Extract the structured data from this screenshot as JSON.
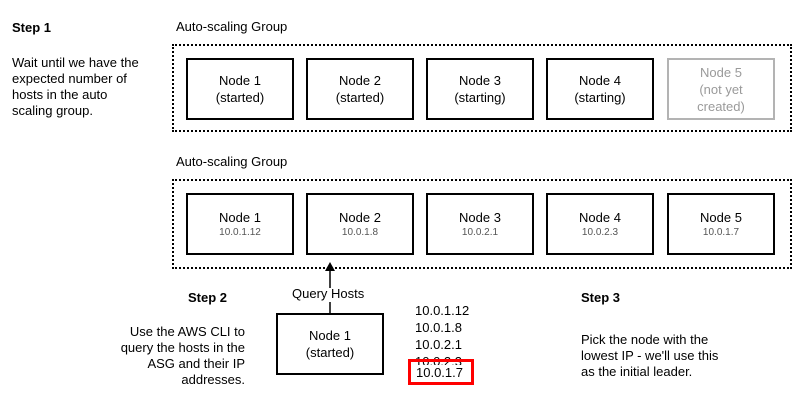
{
  "step1": {
    "title": "Step 1",
    "text_lines": [
      "Wait until we have the",
      "expected number of",
      "hosts in the auto",
      "scaling group."
    ]
  },
  "group1": {
    "label": "Auto-scaling Group",
    "nodes": [
      {
        "name": "Node 1",
        "status": "(started)"
      },
      {
        "name": "Node 2",
        "status": "(started)"
      },
      {
        "name": "Node 3",
        "status": "(starting)"
      },
      {
        "name": "Node 4",
        "status": "(starting)"
      },
      {
        "name": "Node 5",
        "status_lines": [
          "(not yet",
          "created)"
        ]
      }
    ]
  },
  "group2": {
    "label": "Auto-scaling Group",
    "nodes": [
      {
        "name": "Node 1",
        "ip": "10.0.1.12"
      },
      {
        "name": "Node 2",
        "ip": "10.0.1.8"
      },
      {
        "name": "Node 3",
        "ip": "10.0.2.1"
      },
      {
        "name": "Node 4",
        "ip": "10.0.2.3"
      },
      {
        "name": "Node 5",
        "ip": "10.0.1.7"
      }
    ]
  },
  "step2": {
    "title": "Step 2",
    "text_lines": [
      "Use the AWS CLI to",
      "query the hosts in the",
      "ASG and their IP",
      "addresses."
    ],
    "arrow_label": "Query Hosts",
    "node": {
      "name": "Node 1",
      "status": "(started)"
    },
    "ip_list": [
      "10.0.1.12",
      "10.0.1.8",
      "10.0.2.1",
      "10.0.2.3"
    ],
    "selected_ip": "10.0.1.7"
  },
  "step3": {
    "title": "Step 3",
    "text_lines": [
      "Pick the node with the",
      "lowest IP - we'll use this",
      "as the initial leader."
    ]
  },
  "colors": {
    "highlight": "#ff0000",
    "ghost_border": "#b3b3b3",
    "ghost_text": "#9a9a9a"
  }
}
